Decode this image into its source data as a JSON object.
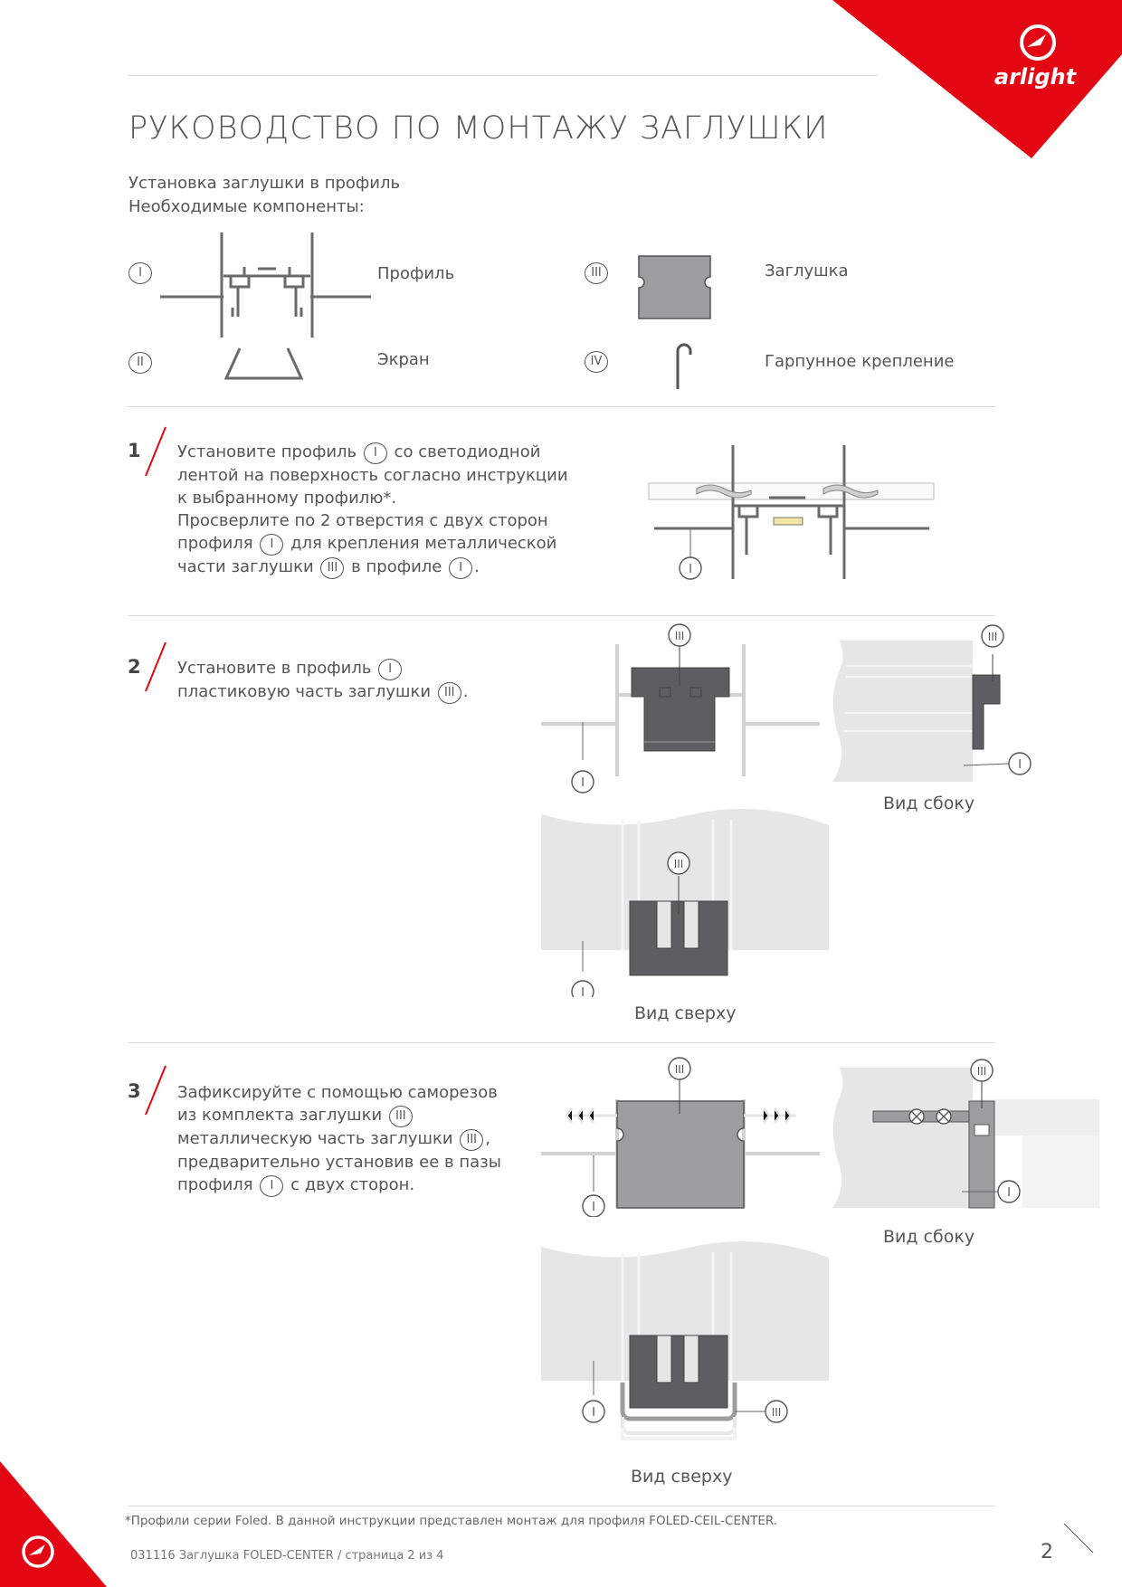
{
  "brand": {
    "logo_text": "arlight",
    "accent": "#e30613"
  },
  "title": "РУКОВОДСТВО ПО МОНТАЖУ ЗАГЛУШКИ",
  "intro": {
    "line1": "Установка заглушки в профиль",
    "line2": "Необходимые компоненты:"
  },
  "components": [
    {
      "num": "I",
      "label": "Профиль"
    },
    {
      "num": "II",
      "label": "Экран"
    },
    {
      "num": "III",
      "label": "Заглушка"
    },
    {
      "num": "IV",
      "label": "Гарпунное крепление"
    }
  ],
  "steps": [
    {
      "num": "1",
      "lines": [
        [
          "Установите профиль ",
          "I",
          " со светодиодной"
        ],
        [
          "лентой на поверхность согласно инструкции"
        ],
        [
          "к выбранному профилю*."
        ],
        [
          "Просверлите по 2 отверстия с двух сторон"
        ],
        [
          "профиля ",
          "I",
          " для крепления металлической"
        ],
        [
          "части заглушки ",
          "III",
          " в профиле ",
          "I",
          "."
        ]
      ]
    },
    {
      "num": "2",
      "lines": [
        [
          "Установите в профиль ",
          "I"
        ],
        [
          "пластиковую часть заглушки ",
          "III",
          "."
        ]
      ]
    },
    {
      "num": "3",
      "lines": [
        [
          "Зафиксируйте с помощью саморезов"
        ],
        [
          "из комплекта заглушки ",
          "III"
        ],
        [
          "металлическую часть заглушки ",
          "III",
          ","
        ],
        [
          "предварительно установив ее в пазы"
        ],
        [
          "профиля ",
          "I",
          " с двух сторон."
        ]
      ]
    }
  ],
  "diagram_labels": {
    "I": "I",
    "III": "III"
  },
  "captions": {
    "side_view": "Вид сбоку",
    "top_view": "Вид сверху"
  },
  "footnote": "*Профили серии Foled. В данной инструкции представлен монтаж для профиля FOLED-CEIL-CENTER.",
  "doc_ref": "031116 Заглушка FOLED-CENTER / страница 2 из 4",
  "page_number": "2",
  "colors": {
    "dark_part": "#5e5e62",
    "metal_part": "#9d9d9f",
    "profile_grey": "#c8c8c8",
    "light_fill": "#e6e6e6"
  }
}
